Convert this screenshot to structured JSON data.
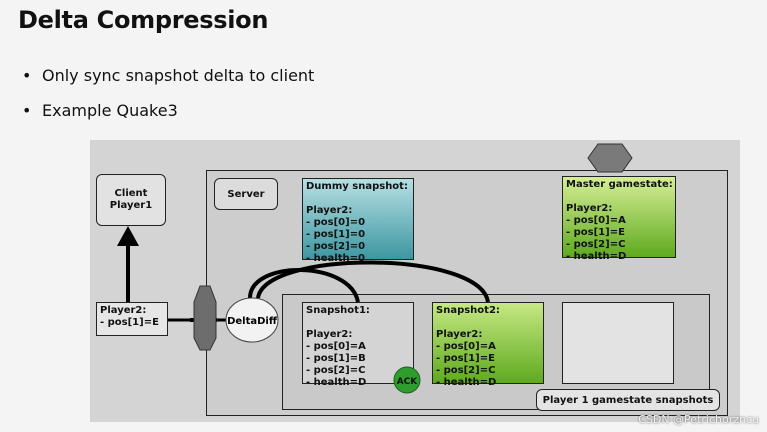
{
  "slide": {
    "title": "Delta Compression",
    "bullets": [
      "Only sync snapshot delta to client",
      "Example Quake3"
    ]
  },
  "diagram": {
    "client": "Client\nPlayer1",
    "server": "Server",
    "dummy": {
      "title": "Dummy snapshot:",
      "lines": [
        "Player2:",
        "- pos[0]=0",
        "- pos[1]=0",
        "- pos[2]=0",
        "- health=0"
      ]
    },
    "master": {
      "title": "Master gamestate:",
      "lines": [
        "Player2:",
        "- pos[0]=A",
        "- pos[1]=E",
        "- pos[2]=C",
        "- health=D"
      ]
    },
    "snapshot1": {
      "title": "Snapshot1:",
      "lines": [
        "Player2:",
        "- pos[0]=A",
        "- pos[1]=B",
        "- pos[2]=C",
        "- health=D"
      ]
    },
    "snapshot2": {
      "title": "Snapshot2:",
      "lines": [
        "Player2:",
        "- pos[0]=A",
        "- pos[1]=E",
        "- pos[2]=C",
        "- health=D"
      ]
    },
    "delta_packet": {
      "lines": [
        "Player2:",
        "- pos[1]=E"
      ]
    },
    "deltadiff": "DeltaDiff",
    "ack": "ACK",
    "snapshots_label": "Player 1 gamestate snapshots",
    "colors": {
      "teal": "#4aa3ad",
      "green": "#6fb82c",
      "panel": "#cfcfcf"
    }
  },
  "watermark": "CSDN @Petrichorzncu"
}
